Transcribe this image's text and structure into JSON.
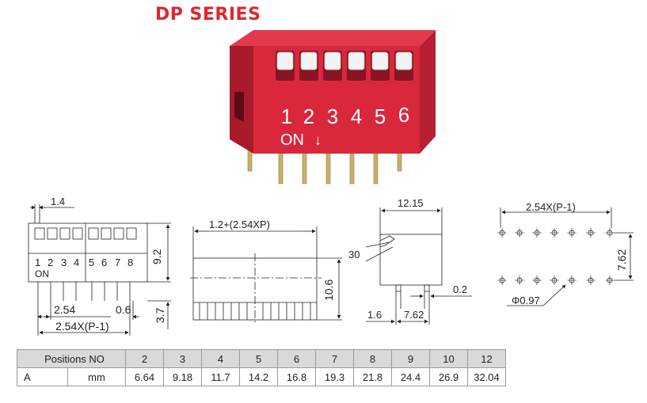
{
  "title": "DP SERIES",
  "photo": {
    "switch_numbers": [
      "1",
      "2",
      "3",
      "4",
      "5",
      "6"
    ],
    "on_label": "ON",
    "arrow_glyph": "↓",
    "body_color": "#d9283c",
    "knob_color": "#f2f2f2"
  },
  "front_view": {
    "dim_pin_width": "1.4",
    "dim_height": "9.2",
    "dim_pin_length": "3.7",
    "dim_pitch": "2.54",
    "dim_pin_thickness": "0.6",
    "dim_overall": "2.54X(P-1)",
    "position_numbers": [
      "1",
      "2",
      "3",
      "4",
      "5",
      "6",
      "7",
      "8"
    ],
    "on_label": "ON"
  },
  "top_view": {
    "dim_length": "1.2+(2.54XP)",
    "dim_height": "10.6"
  },
  "side_view": {
    "dim_depth": "12.15",
    "dim_angle": "30",
    "dim_offset": "0.2",
    "dim_left": "1.6",
    "dim_row_spacing": "7.62"
  },
  "pcb_layout": {
    "dim_length": "2.54X(P-1)",
    "dim_row_spacing": "7.62",
    "dim_hole": "Φ0.97"
  },
  "table": {
    "header_label": "Positions NO",
    "positions": [
      "2",
      "3",
      "4",
      "5",
      "6",
      "7",
      "8",
      "9",
      "10",
      "12"
    ],
    "row_label": "A",
    "unit": "mm",
    "values": [
      "6.64",
      "9.18",
      "11.7",
      "14.2",
      "16.8",
      "19.3",
      "21.8",
      "24.4",
      "26.9",
      "32.04"
    ]
  }
}
